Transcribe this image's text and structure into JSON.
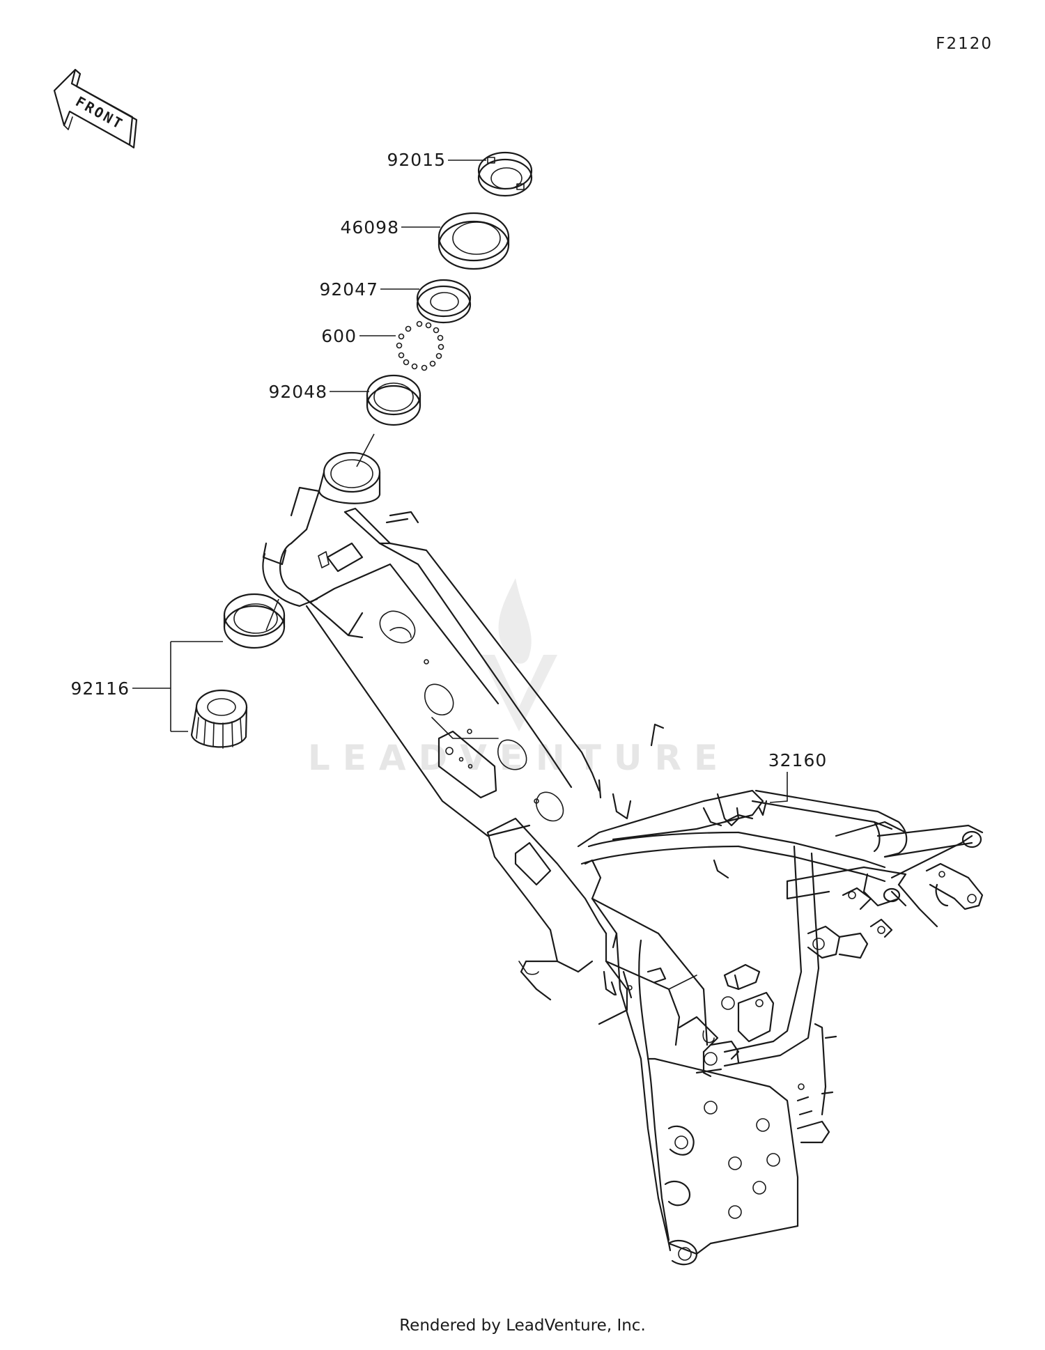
{
  "figure_code": "F2120",
  "front_label": "FRONT",
  "watermark": "LEADVENTURE",
  "footer": "Rendered by LeadVenture, Inc.",
  "parts": [
    {
      "number": "92015"
    },
    {
      "number": "46098"
    },
    {
      "number": "92047"
    },
    {
      "number": "600"
    },
    {
      "number": "92048"
    },
    {
      "number": "92116"
    },
    {
      "number": "32160"
    }
  ]
}
